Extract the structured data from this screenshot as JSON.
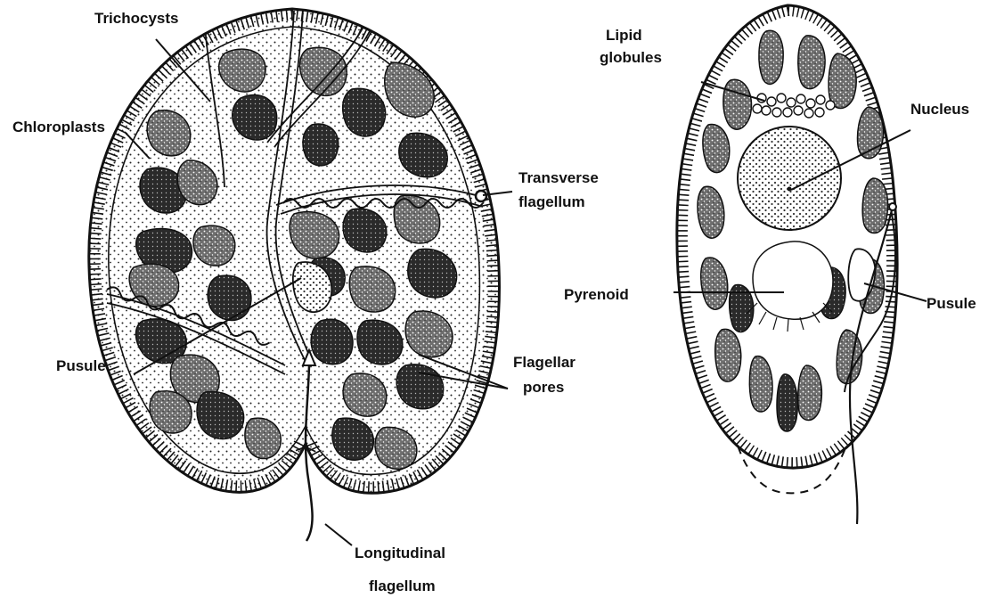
{
  "diagram": {
    "left_cell": {
      "labels": {
        "trichocysts": "Trichocysts",
        "chloroplasts": "Chloroplasts",
        "transverse_flagellum_1": "Transverse",
        "transverse_flagellum_2": "flagellum",
        "pusule": "Pusule",
        "flagellar_pores_1": "Flagellar",
        "flagellar_pores_2": "pores",
        "longitudinal_flagellum_1": "Longitudinal",
        "longitudinal_flagellum_2": "flagellum"
      }
    },
    "right_cell": {
      "labels": {
        "lipid_globules_1": "Lipid",
        "lipid_globules_2": "globules",
        "nucleus": "Nucleus",
        "pyrenoid": "Pyrenoid",
        "pusule": "Pusule"
      }
    }
  }
}
